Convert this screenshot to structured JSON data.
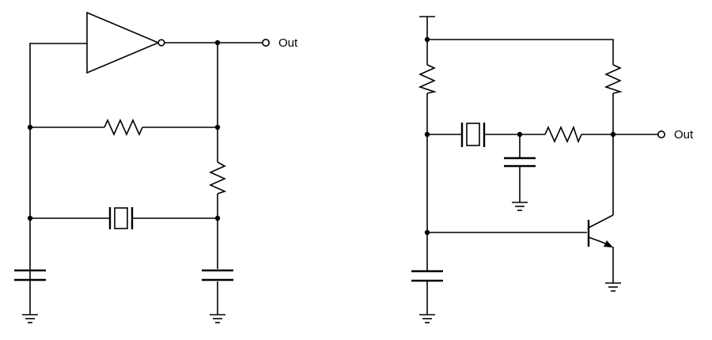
{
  "circuits": [
    {
      "id": "left",
      "output": {
        "label": "Out"
      },
      "components": [
        "inverter-gate",
        "feedback-resistor",
        "series-resistor",
        "crystal",
        "load-capacitor-left",
        "load-capacitor-right",
        "ground-left",
        "ground-right"
      ]
    },
    {
      "id": "right",
      "output": {
        "label": "Out"
      },
      "components": [
        "supply-rail",
        "resistor-top-left",
        "resistor-top-right",
        "crystal",
        "series-resistor",
        "shunt-capacitor",
        "npn-transistor",
        "bypass-capacitor",
        "ground-shunt",
        "ground-bypass",
        "ground-emitter"
      ]
    }
  ],
  "colors": {
    "ink": "#000000",
    "background": "#ffffff"
  }
}
